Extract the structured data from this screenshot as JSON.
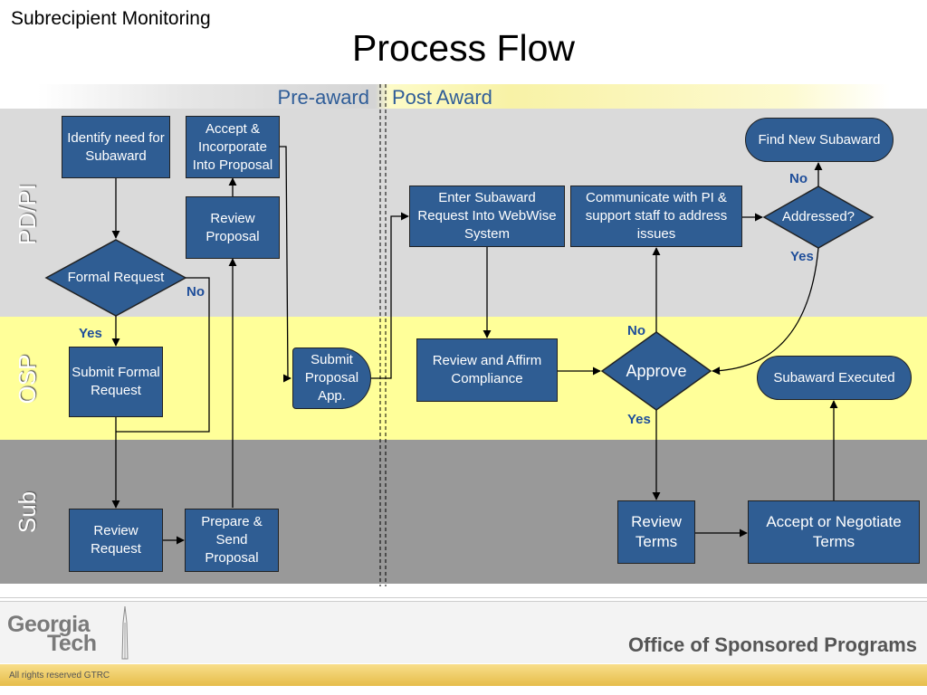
{
  "header": {
    "subtitle": "Subrecipient Monitoring",
    "title": "Process Flow"
  },
  "phases": {
    "pre": "Pre-award",
    "post": "Post Award"
  },
  "lanes": {
    "pd": "PD/PI",
    "osp": "OSP",
    "sub": "Sub"
  },
  "nodes": {
    "identify": "Identify need for Subaward",
    "accept_incorporate": "Accept & Incorporate Into Proposal",
    "review_proposal": "Review Proposal",
    "formal_request": "Formal Request",
    "submit_formal": "Submit Formal Request",
    "submit_proposal": "Submit Proposal App.",
    "review_request": "Review Request",
    "prepare_send": "Prepare & Send Proposal",
    "enter_subaward": "Enter Subaward Request Into WebWise System",
    "communicate": "Communicate with PI & support staff to address issues",
    "find_new": "Find New Subaward",
    "addressed": "Addressed?",
    "review_affirm": "Review and Affirm Compliance",
    "approve": "Approve",
    "executed": "Subaward Executed",
    "review_terms": "Review Terms",
    "accept_negotiate": "Accept or Negotiate Terms"
  },
  "edge_labels": {
    "formal_no": "No",
    "formal_yes": "Yes",
    "addressed_no": "No",
    "addressed_yes": "Yes",
    "approve_no": "No",
    "approve_yes": "Yes"
  },
  "footer": {
    "logo_line1": "Georgia",
    "logo_line2": "Tech",
    "office": "Office of Sponsored Programs",
    "copyright": "All rights reserved GTRC"
  },
  "colors": {
    "node_fill": "#2f5d93",
    "lane_pd": "#dadada",
    "lane_osp": "#ffff99",
    "lane_sub": "#999999",
    "label_blue": "#1f4e9a"
  }
}
